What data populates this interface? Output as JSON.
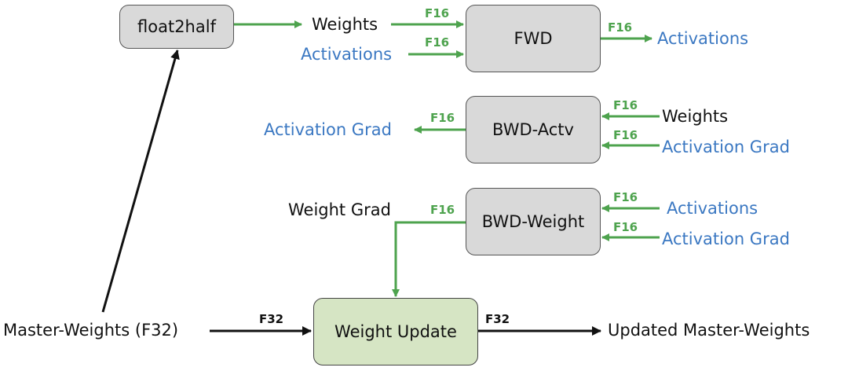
{
  "boxes": {
    "float2half": "float2half",
    "fwd": "FWD",
    "bwd_actv": "BWD-Actv",
    "bwd_weight": "BWD-Weight",
    "weight_update": "Weight Update"
  },
  "labels": {
    "fwd_in_weights": "Weights",
    "fwd_in_activations": "Activations",
    "fwd_out_activations": "Activations",
    "bwd_actv_out": "Activation Grad",
    "bwd_actv_in_weights": "Weights",
    "bwd_actv_in_activation_grad": "Activation Grad",
    "weight_grad": "Weight Grad",
    "bwd_weight_in_activations": "Activations",
    "bwd_weight_in_activation_grad": "Activation Grad",
    "master_weights": "Master-Weights (F32)",
    "updated_master_weights": "Updated Master-Weights"
  },
  "tags": {
    "f16": "F16",
    "f32": "F32"
  },
  "colors": {
    "green_arrow": "#4ea34e",
    "black_arrow": "#111111",
    "blue_text": "#3b78c2",
    "gray_box": "#d9d9d9",
    "green_box": "#d6e5c4"
  }
}
